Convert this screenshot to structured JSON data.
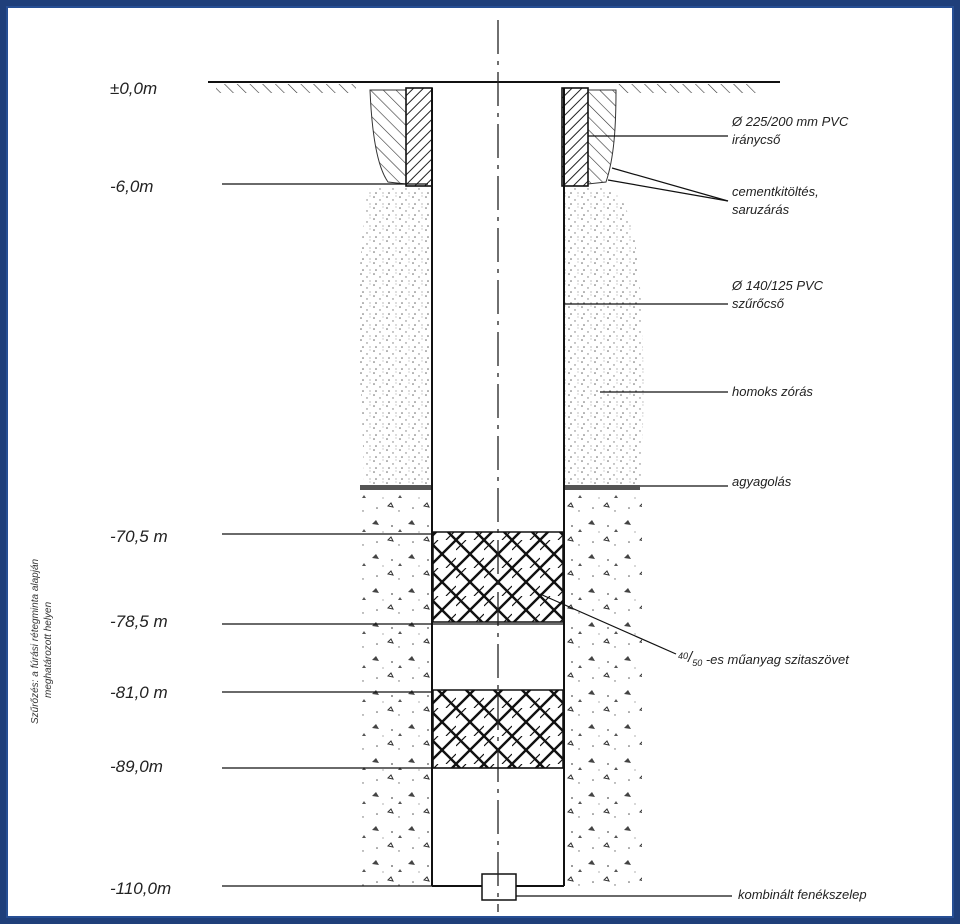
{
  "depths": {
    "surface": "±0,0m",
    "d6": "-6,0m",
    "d70": "-70,5 m",
    "d78": "-78,5 m",
    "d81": "-81,0 m",
    "d89": "-89,0m",
    "d110": "-110,0m"
  },
  "annotations": {
    "guide_pipe_1": "Ø 225/200 mm PVC",
    "guide_pipe_2": "iránycső",
    "cement_1": "cementkitöltés,",
    "cement_2": "saruzárás",
    "filter_pipe_1": "Ø 140/125  PVC",
    "filter_pipe_2": "szűrőcső",
    "sand": "homoks zórás",
    "clay": "agyagolás",
    "mesh_num": "40",
    "mesh_den": "50",
    "mesh_text": " -es műanyag szitaszövet",
    "valve": "kombinált fenékszelep"
  },
  "side_note": {
    "line1": "Szűrőzés: a fúrási rétegminta alapján",
    "line2": "meghatározott helyen"
  },
  "colors": {
    "line": "#1a1a1a",
    "background": "#ffffff",
    "frame": "#274f94"
  }
}
